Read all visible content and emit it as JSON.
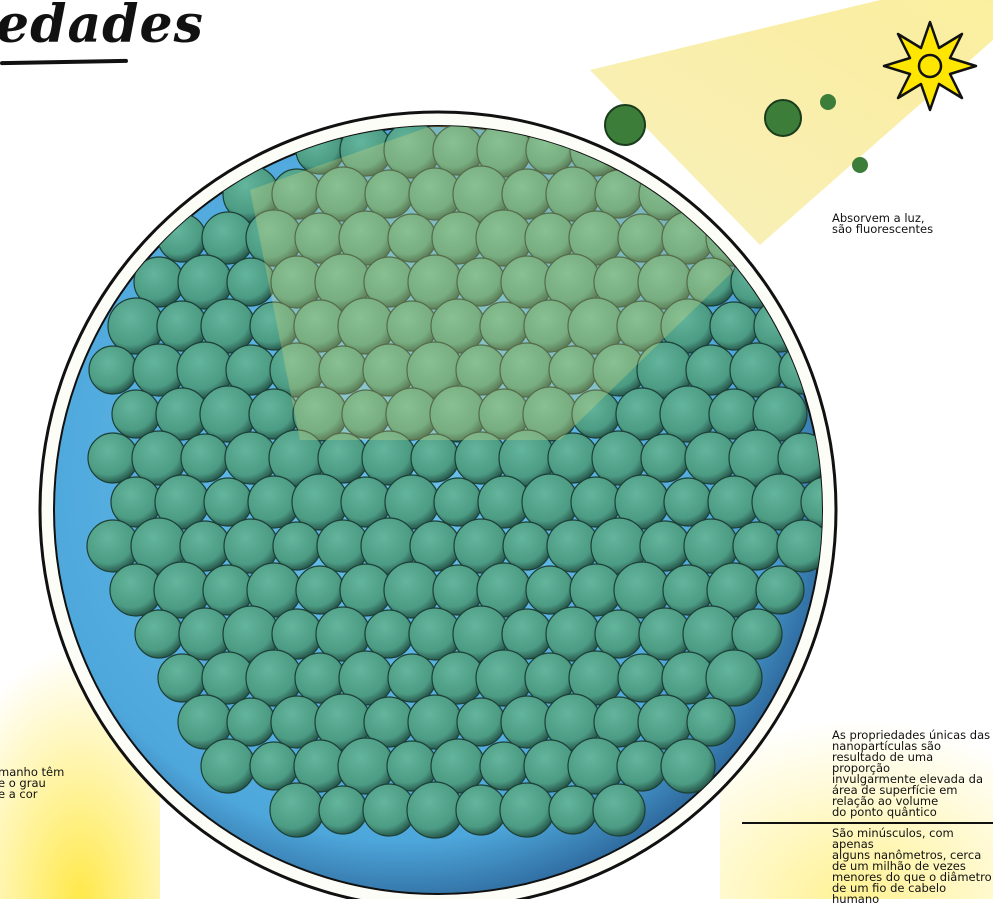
{
  "title": "edades",
  "labels": {
    "light": "Absorvem a luz,\nsão fluorescentes",
    "surface": "As propriedades únicas das\nnanopartículas são\nresultado de uma proporção\ninvulgarmente elevada da\nárea de superfície em\nrelação ao volume\ndo ponto quântico",
    "size": "São minúsculos, com apenas\nalguns nanômetros, cerca\nde um milhão de vezes\nmenores do que o diâmetro\nde um fio de cabelo humano",
    "left_fragment": "manho têm\ne o grau\ne a cor"
  },
  "colors": {
    "sphere_blue": "#5bb5e6",
    "cluster_green": "#4f9e86",
    "light_yellow": "#f6e98a",
    "sun_yellow": "#ffe600",
    "shell_white": "#fdfdf8"
  },
  "icons": [
    "sun-icon"
  ]
}
